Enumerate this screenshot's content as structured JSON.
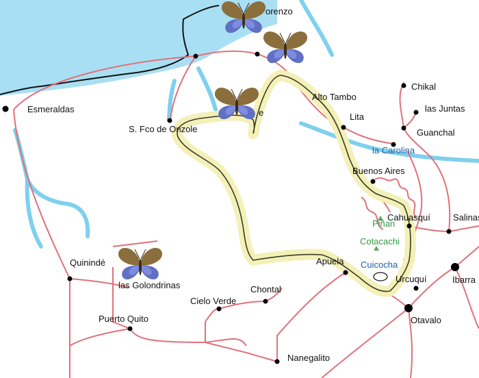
{
  "colors": {
    "water": "#a9dff3",
    "river": "#7fd0ee",
    "road": "#e0707a",
    "reserve_outline": "#3a3a28",
    "reserve_halo": "#f3f0b8",
    "coast": "#111111",
    "town": "#000000",
    "peak": "#6aa06a"
  },
  "places": [
    {
      "key": "esmeraldas",
      "label": "Esmeraldas",
      "color": "black"
    },
    {
      "key": "lorenzo",
      "label": "orenzo",
      "color": "black"
    },
    {
      "key": "onzole",
      "label": "S. Fco de Onzole",
      "color": "black"
    },
    {
      "key": "fragment_e",
      "label": "e",
      "color": "black"
    },
    {
      "key": "alto_tambo",
      "label": "Alto Tambo",
      "color": "black"
    },
    {
      "key": "lita",
      "label": "Lita",
      "color": "black"
    },
    {
      "key": "chikal",
      "label": "Chikal",
      "color": "black"
    },
    {
      "key": "las_juntas",
      "label": "las Juntas",
      "color": "black"
    },
    {
      "key": "guanchal",
      "label": "Guanchal",
      "color": "black"
    },
    {
      "key": "la_carolina",
      "label": "la Carolina",
      "color": "blue"
    },
    {
      "key": "buenos_aires",
      "label": "Buenos Aires",
      "color": "black"
    },
    {
      "key": "pinan",
      "label": "Piñan",
      "color": "green"
    },
    {
      "key": "cahuasqui",
      "label": "Cahuasquí",
      "color": "black"
    },
    {
      "key": "salinas",
      "label": "Salinas",
      "color": "black"
    },
    {
      "key": "cotacachi",
      "label": "Cotacachi",
      "color": "green"
    },
    {
      "key": "cuicocha",
      "label": "Cuicocha",
      "color": "blue"
    },
    {
      "key": "apuela",
      "label": "Apuela",
      "color": "black"
    },
    {
      "key": "urcuqui",
      "label": "Urcuquí",
      "color": "black"
    },
    {
      "key": "ibarra",
      "label": "Ibarra",
      "color": "black"
    },
    {
      "key": "otavalo",
      "label": "Otavalo",
      "color": "black"
    },
    {
      "key": "quininde",
      "label": "Quinindé",
      "color": "black"
    },
    {
      "key": "golondrinas",
      "label": "las Golondrinas",
      "color": "black"
    },
    {
      "key": "chontal",
      "label": "Chontal",
      "color": "black"
    },
    {
      "key": "cielo_verde",
      "label": "Cielo Verde",
      "color": "black"
    },
    {
      "key": "puerto_quito",
      "label": "Puerto Quito",
      "color": "black"
    },
    {
      "key": "nanegalito",
      "label": "Nanegalito",
      "color": "black"
    }
  ],
  "markers": [
    {
      "name": "butterfly-lorenzo"
    },
    {
      "name": "butterfly-north"
    },
    {
      "name": "butterfly-center"
    },
    {
      "name": "butterfly-golondrinas"
    }
  ]
}
